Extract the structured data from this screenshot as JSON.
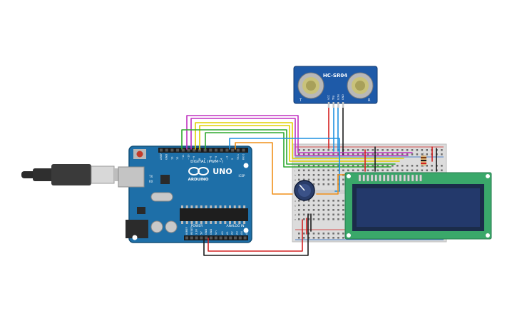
{
  "sensor": {
    "model": "HC-SR04",
    "pins": [
      "VCC",
      "Trig",
      "Echo",
      "GND"
    ],
    "marks": [
      "T",
      "R"
    ]
  },
  "arduino": {
    "brand": "ARDUINO",
    "model": "UNO",
    "digital_label": "DIGITAL (PWM~)",
    "power_label": "POWER",
    "analog_label": "ANALOG IN",
    "icsp_label": "ICSP",
    "tx": "TX",
    "rx": "RX",
    "digital_pins": [
      "AREF",
      "GND",
      "13",
      "12",
      "~11",
      "~10",
      "~9",
      "8",
      "7",
      "~6",
      "~5",
      "4",
      "~3",
      "2",
      "TX 1",
      "RX 0"
    ],
    "power_pins": [
      "IOREF",
      "RESET",
      "3.3V",
      "5V",
      "GND",
      "GND",
      "Vin"
    ],
    "analog_pins": [
      "A0",
      "A1",
      "A2",
      "A3",
      "A4",
      "A5"
    ]
  },
  "breadboard": {
    "rows": [
      "a",
      "b",
      "c",
      "d",
      "e",
      "f",
      "g",
      "h",
      "i",
      "j"
    ]
  },
  "lcd": {
    "type": "16x2 LCD"
  },
  "wire_colors": {
    "red": "#d32020",
    "black": "#1a1a1a",
    "blue": "#1e90e0",
    "magenta": "#c030c0",
    "yellow": "#e0d000",
    "green": "#2ea82e",
    "orange": "#f0901a",
    "purple": "#8040c0"
  }
}
